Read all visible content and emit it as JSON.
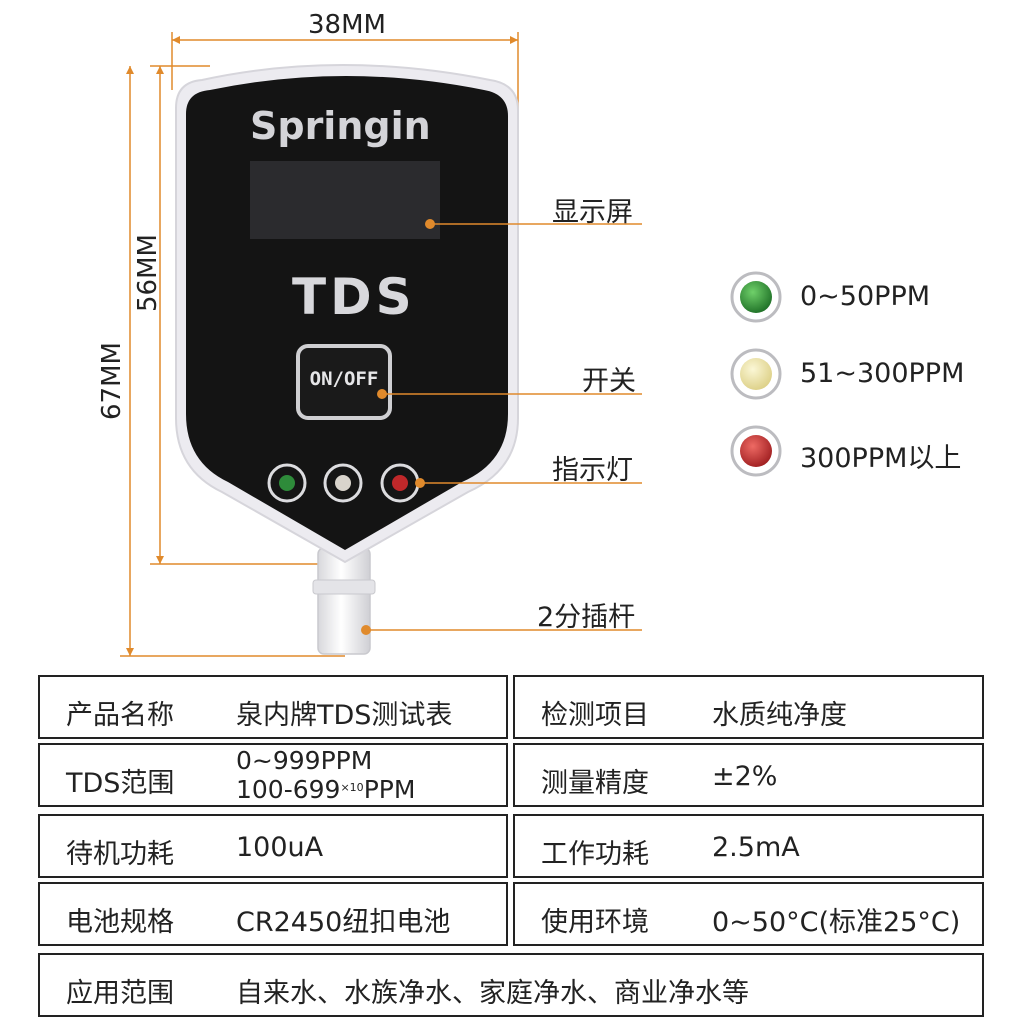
{
  "dimensions": {
    "width_label": "38MM",
    "height_screen_label": "56MM",
    "height_total_label": "67MM"
  },
  "device": {
    "brand": "Springin",
    "model": "TDS",
    "button_label": "ON/OFF",
    "indicator_colors": [
      "#2e8b3a",
      "#d9d4cc",
      "#c0282a"
    ]
  },
  "callouts": {
    "display": "显示屏",
    "switch": "开关",
    "indicator": "指示灯",
    "probe": "2分插杆"
  },
  "legend": [
    {
      "label": "0~50PPM",
      "color": "#2f8f35"
    },
    {
      "label": "51~300PPM",
      "color": "#ece3a4"
    },
    {
      "label": "300PPM以上",
      "color": "#c8393a"
    }
  ],
  "specs": {
    "row1": {
      "label_a": "产品名称",
      "value_a": "泉内牌TDS测试表",
      "label_b": "检测项目",
      "value_b": "水质纯净度"
    },
    "row2": {
      "label_a": "TDS范围",
      "value_a_line1": "0~999PPM",
      "value_a_line2_main": "100-699",
      "value_a_line2_sup": "×10",
      "value_a_line2_unit": "PPM",
      "label_b": "测量精度",
      "value_b": "±2%"
    },
    "row3": {
      "label_a": "待机功耗",
      "value_a": "100uA",
      "label_b": "工作功耗",
      "value_b": "2.5mA"
    },
    "row4": {
      "label_a": "电池规格",
      "value_a": "CR2450纽扣电池",
      "label_b": "使用环境",
      "value_b": "0~50°C(标准25°C)"
    },
    "row5": {
      "label_a": "应用范围",
      "value_a": "自来水、水族净水、家庭净水、商业净水等"
    }
  },
  "colors": {
    "accent": "#e08a2c",
    "device_body": "#111111",
    "device_rim": "#ecebf0"
  }
}
